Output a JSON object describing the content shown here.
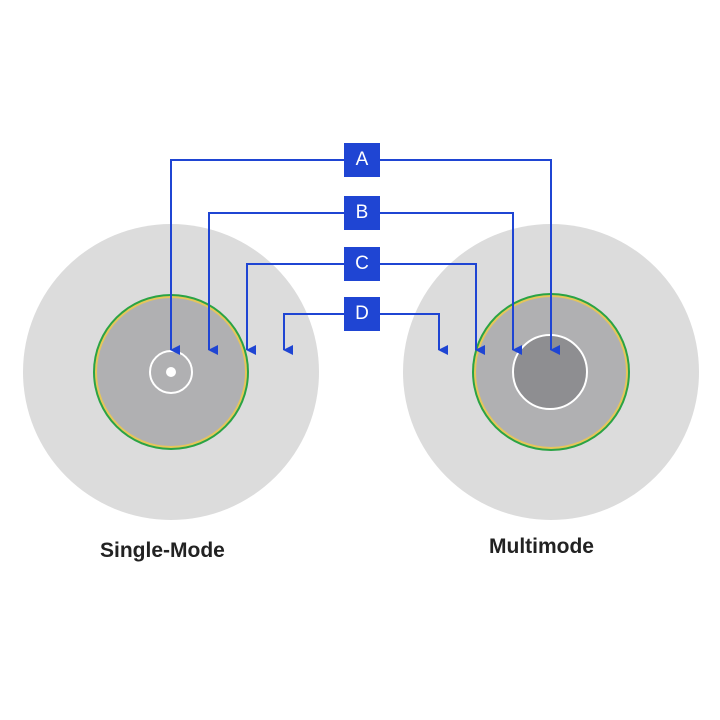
{
  "labels": {
    "A": "A",
    "B": "B",
    "C": "C",
    "D": "D"
  },
  "captions": {
    "single_mode": "Single-Mode",
    "multimode": "Multimode"
  },
  "colors": {
    "arrow": "#1f45d3",
    "coating": "#dcdcdc",
    "cladding": "#b0b0b2",
    "mm_core": "#8e8e91",
    "outer_ring": "#2aa345",
    "inner_ring": "#e6c65a",
    "core_ring": "#ffffff"
  }
}
